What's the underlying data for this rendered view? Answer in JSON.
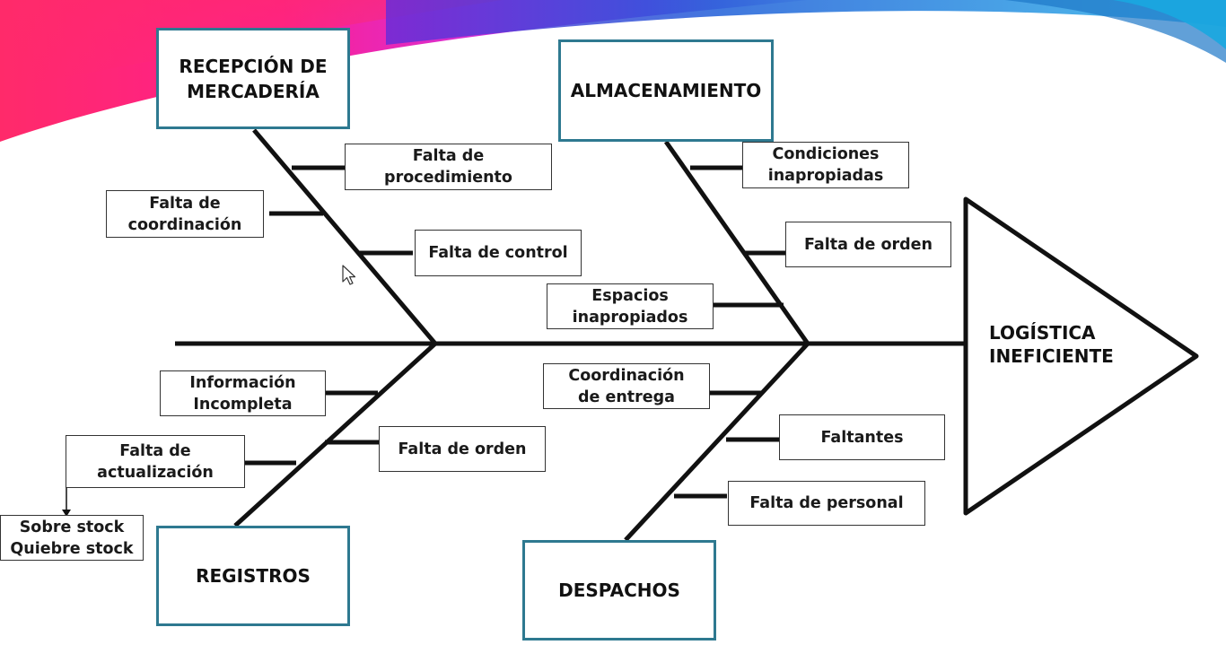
{
  "diagram": {
    "type": "ishikawa-fishbone",
    "effect": "LOGÍSTICA\nINEFICIENTE",
    "categories": [
      {
        "id": "recepcion",
        "title": "RECEPCIÓN DE\nMERCADERÍA",
        "causes": [
          "Falta de\nprocedimiento",
          "Falta de\ncoordinación",
          "Falta de control"
        ]
      },
      {
        "id": "almacenamiento",
        "title": "ALMACENAMIENTO",
        "causes": [
          "Condiciones\ninapropiadas",
          "Falta de orden",
          "Espacios\ninapropiados"
        ]
      },
      {
        "id": "registros",
        "title": "REGISTROS",
        "causes": [
          "Información\nIncompleta",
          "Falta de orden",
          "Falta de\nactualización"
        ],
        "sub_note": "Sobre stock\nQuiebre stock"
      },
      {
        "id": "despachos",
        "title": "DESPACHOS",
        "causes": [
          "Coordinación\nde entrega",
          "Faltantes",
          "Falta de personal"
        ]
      }
    ]
  },
  "colors": {
    "category_border": "#2e7990",
    "line": "#111111",
    "banner_pink": "#ff1f8f",
    "banner_purple": "#6a2bd8",
    "banner_blue": "#1f5fd8",
    "banner_cyan": "#2fb7e8"
  },
  "icons": {
    "cursor": "mouse-pointer-icon"
  }
}
